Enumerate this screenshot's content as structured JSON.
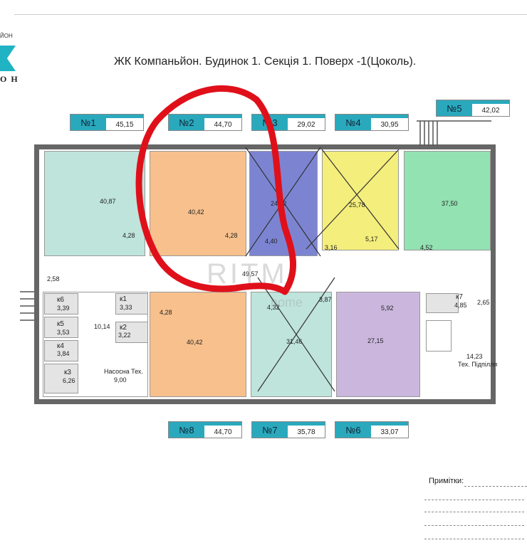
{
  "title": "ЖК Компаньйон. Будинок 1. Секція 1. Поверх -1(Цоколь).",
  "logo": {
    "top": "ЙОН",
    "bottom": "ОН"
  },
  "watermark": {
    "main": "RITM",
    "sub": "home"
  },
  "apartments": [
    {
      "num": "№1",
      "area": "45,15"
    },
    {
      "num": "№2",
      "area": "44,70"
    },
    {
      "num": "№3",
      "area": "29,02"
    },
    {
      "num": "№4",
      "area": "30,95"
    },
    {
      "num": "№5",
      "area": "42,02"
    },
    {
      "num": "№8",
      "area": "44,70"
    },
    {
      "num": "№7",
      "area": "35,78"
    },
    {
      "num": "№6",
      "area": "33,07"
    }
  ],
  "room_areas": {
    "r1_main": "40,87",
    "r1_bath": "4,28",
    "r2_main": "40,42",
    "r2_bath": "4,28",
    "r3_main": "24,62",
    "r3_bath": "4,40",
    "r4_main": "25,78",
    "r4_bath": "5,17",
    "r4_hall": "3,16",
    "r5_main": "37,50",
    "r5_bath": "4,52",
    "entry": "2,58",
    "corridor": "49,57",
    "r8_bath": "4,28",
    "r8_main": "40,42",
    "r7_bath": "4,32",
    "r7_hall": "3,87",
    "r7_main": "31,46",
    "r6_bath": "5,92",
    "r6_main": "27,15",
    "hall_store": "10,14",
    "k7_hall": "2,65"
  },
  "storages": [
    {
      "name": "к6",
      "area": "3,39"
    },
    {
      "name": "к5",
      "area": "3,53"
    },
    {
      "name": "к4",
      "area": "3,84"
    },
    {
      "name": "к3",
      "area": "6,26"
    },
    {
      "name": "к1",
      "area": "3,33"
    },
    {
      "name": "к2",
      "area": "3,22"
    },
    {
      "name": "к7",
      "area": "4,85"
    }
  ],
  "tech": {
    "pump_label": "Насосна Тех.",
    "pump_area": "9,00",
    "tech_area": "14,23",
    "tech_label": "Тех. Підпілля"
  },
  "notes_label": "Примітки:",
  "colors": {
    "teal": "#bfe4dc",
    "orange": "#f7c08c",
    "blue": "#7c84d2",
    "yellow": "#f4ee7c",
    "green": "#93e2b2",
    "purple": "#cbb7de",
    "red": "#e0101a"
  }
}
